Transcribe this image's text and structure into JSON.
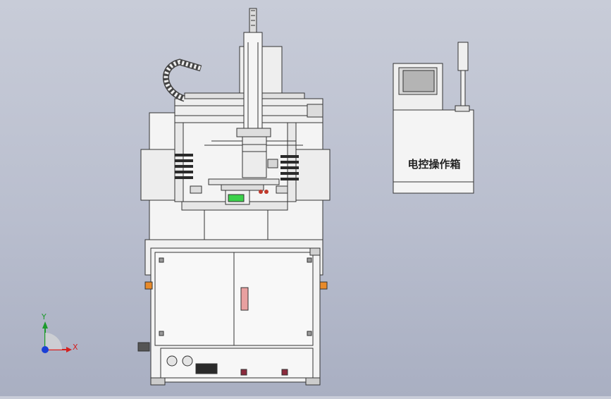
{
  "cabinet": {
    "label": "电控操作箱"
  },
  "triad": {
    "x_label": "X",
    "y_label": "Y"
  },
  "colors": {
    "background_top": "#c8ccd8",
    "background_bottom": "#a9afc2",
    "part_fill": "#f2f2f2",
    "line": "#333333",
    "accent_green": "#3bd14a",
    "accent_orange": "#e88a2a",
    "accent_pink": "#e8a0a0",
    "axis_x": "#d42020",
    "axis_y": "#1c9a2c",
    "axis_z": "#1a3fd6"
  }
}
